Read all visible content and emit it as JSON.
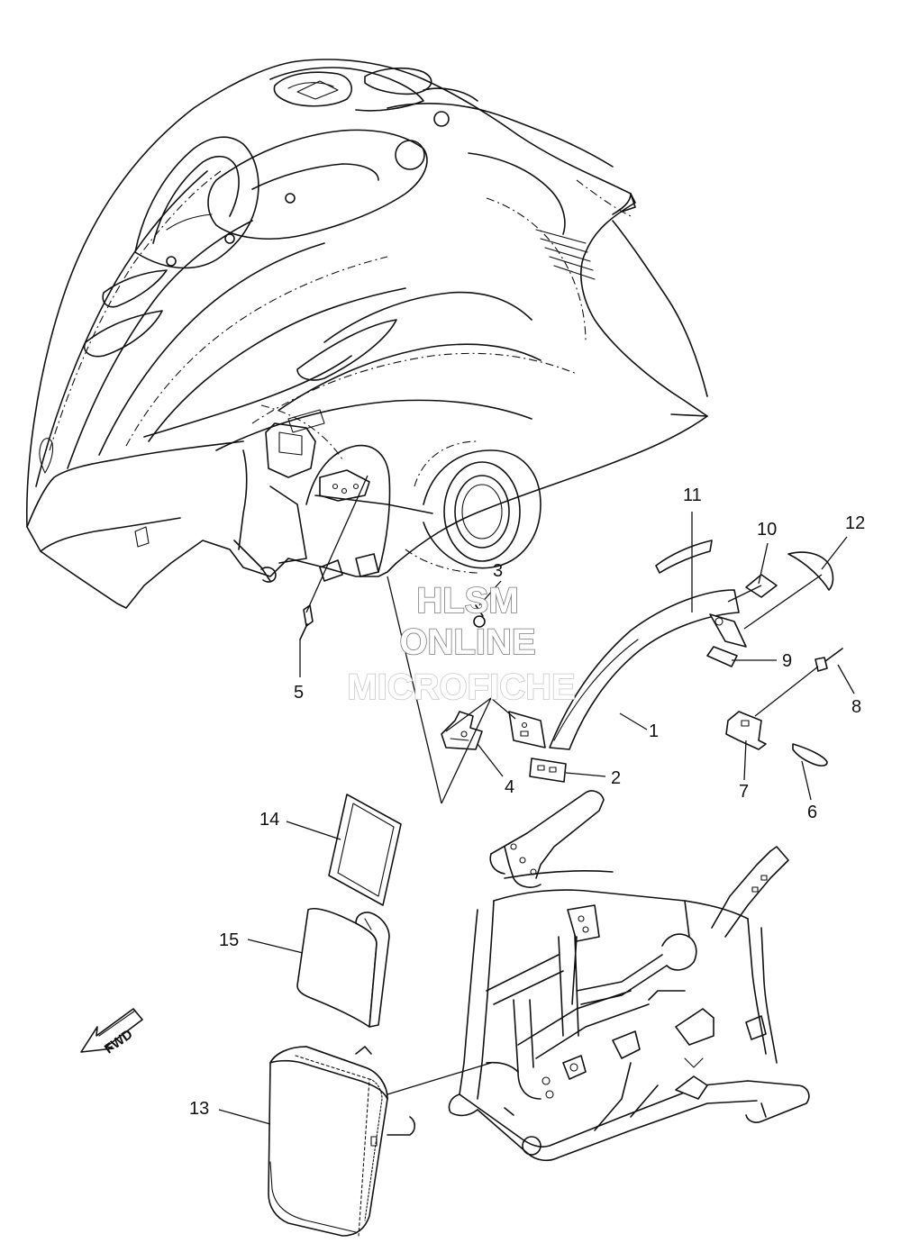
{
  "callouts": [
    {
      "id": "1",
      "label": "1"
    },
    {
      "id": "2",
      "label": "2"
    },
    {
      "id": "3",
      "label": "3"
    },
    {
      "id": "4",
      "label": "4"
    },
    {
      "id": "5",
      "label": "5"
    },
    {
      "id": "6",
      "label": "6"
    },
    {
      "id": "7",
      "label": "7"
    },
    {
      "id": "8",
      "label": "8"
    },
    {
      "id": "9",
      "label": "9"
    },
    {
      "id": "10",
      "label": "10"
    },
    {
      "id": "11",
      "label": "11"
    },
    {
      "id": "12",
      "label": "12"
    },
    {
      "id": "13",
      "label": "13"
    },
    {
      "id": "14",
      "label": "14"
    },
    {
      "id": "15",
      "label": "15"
    }
  ],
  "watermark": {
    "line1": "HLSM",
    "line2": "ONLINE",
    "line3": "MICROFICHE"
  },
  "direction_arrow": {
    "label": "FWD"
  }
}
